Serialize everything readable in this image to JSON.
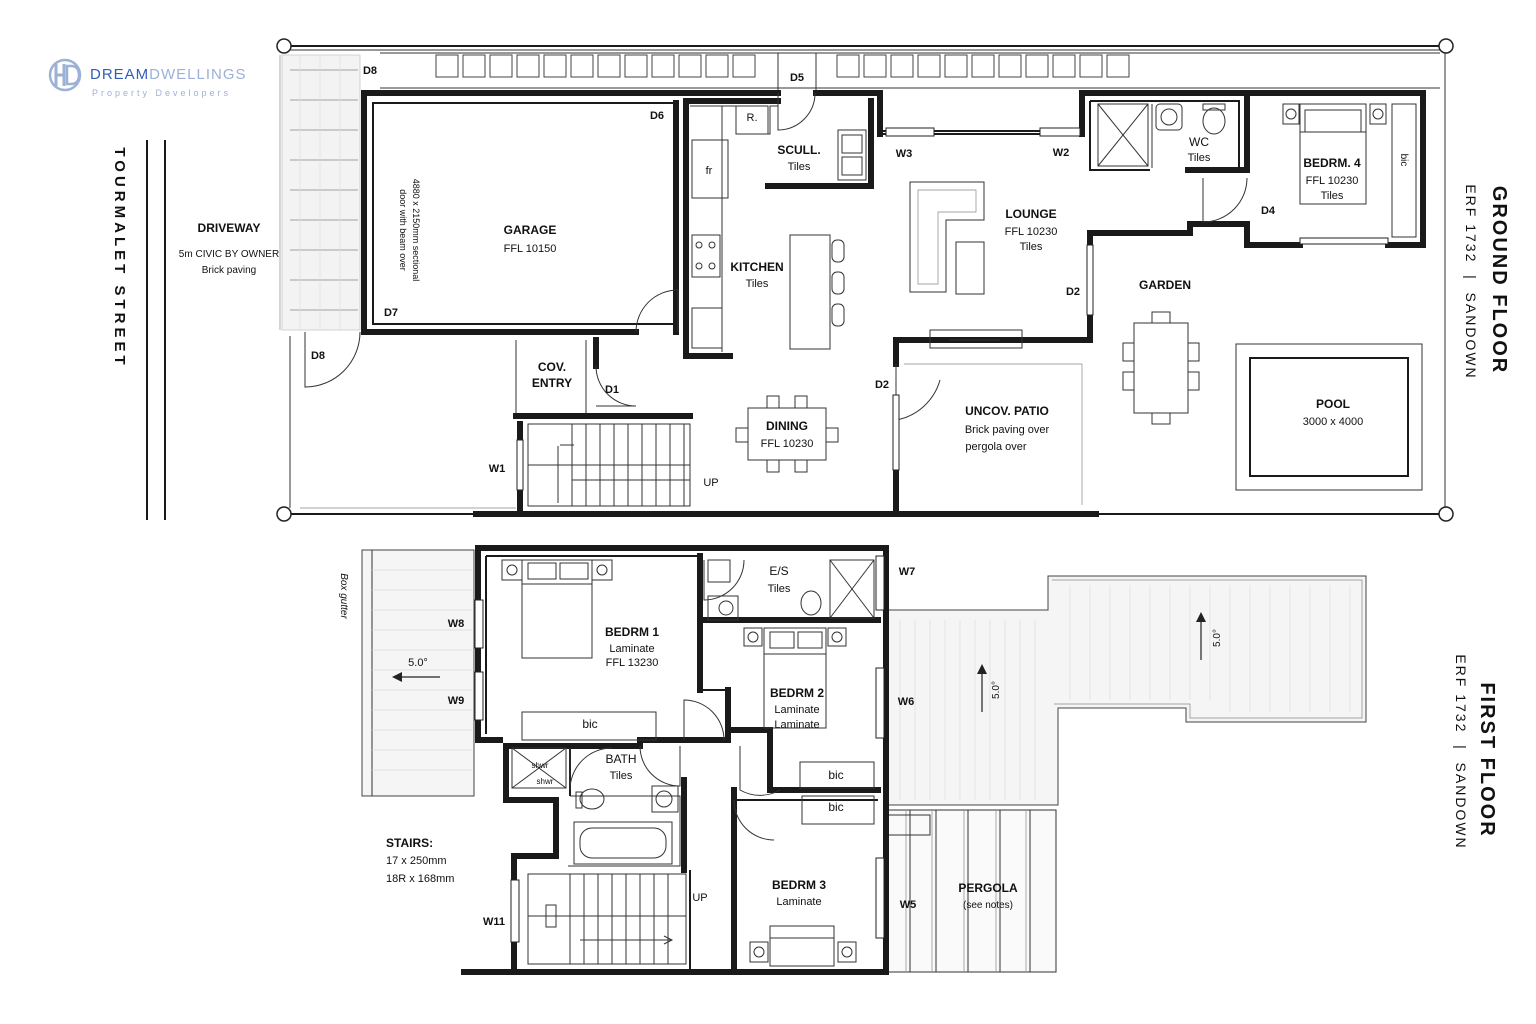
{
  "logo": {
    "initials": "HD",
    "brand_strong": "DREAM",
    "brand_light": "DWELLINGS",
    "tagline": "Property Developers",
    "color_primary": "#2f5fb8",
    "color_light": "#9bb1d6"
  },
  "street": {
    "name": "TOURMALET STREET"
  },
  "ground_floor": {
    "title": "GROUND FLOOR",
    "subtitle": "ERF 1732  |  SANDOWN",
    "rooms": {
      "driveway": {
        "name": "DRIVEWAY",
        "line1": "5m CIVIC BY OWNER",
        "line2": "Brick paving"
      },
      "garage": {
        "name": "GARAGE",
        "level": "FFL 10150",
        "door_note_1": "4880 x 2150mm sectional",
        "door_note_2": "door with beam over"
      },
      "kitchen": {
        "name": "KITCHEN",
        "finish": "Tiles"
      },
      "scullery": {
        "name": "SCULL.",
        "finish": "Tiles"
      },
      "lounge": {
        "name": "LOUNGE",
        "level": "FFL 10230",
        "finish": "Tiles"
      },
      "wc": {
        "name": "WC",
        "finish": "Tiles"
      },
      "bedroom4": {
        "name": "BEDRM. 4",
        "level": "FFL 10230",
        "finish": "Tiles",
        "bic": "bic"
      },
      "garden": {
        "name": "GARDEN"
      },
      "pool": {
        "name": "POOL",
        "size": "3000 x 4000"
      },
      "cov_entry": {
        "line1": "COV.",
        "line2": "ENTRY"
      },
      "dining": {
        "name": "DINING",
        "level": "FFL 10230"
      },
      "patio": {
        "name": "UNCOV. PATIO",
        "line1": "Brick paving over",
        "line2": "pergola over"
      },
      "fridge": "fr",
      "refuse": "R.",
      "stairs_up": "UP"
    },
    "tags": [
      "D8",
      "D5",
      "D6",
      "W3",
      "W2",
      "D4",
      "D2",
      "D7",
      "D8",
      "D1",
      "D2",
      "W1"
    ]
  },
  "first_floor": {
    "title": "FIRST FLOOR",
    "subtitle": "ERF 1732  |  SANDOWN",
    "rooms": {
      "bedroom1": {
        "name": "BEDRM 1",
        "finish": "Laminate",
        "level": "FFL 13230",
        "bic": "bic"
      },
      "ensuite": {
        "name": "E/S",
        "finish": "Tiles"
      },
      "bedroom2": {
        "name": "BEDRM 2",
        "finish1": "Laminate",
        "finish2": "Laminate",
        "bic": "bic"
      },
      "bath": {
        "name": "BATH",
        "finish": "Tiles",
        "shower1": "shwr",
        "shower2": "shwr"
      },
      "bedroom3": {
        "name": "BEDRM 3",
        "finish": "Laminate",
        "bic": "bic"
      },
      "pergola": {
        "name": "PERGOLA",
        "note": "(see notes)"
      },
      "stairs_up": "UP"
    },
    "stairs_note": {
      "title": "STAIRS:",
      "line1": "17 x 250mm",
      "line2": "18R x 168mm"
    },
    "box_gutter": "Box gutter",
    "roof_slopes": [
      "5.0°",
      "5.0°",
      "5.0°"
    ],
    "tags": [
      "W7",
      "W8",
      "W9",
      "W6",
      "W5",
      "W11"
    ]
  }
}
